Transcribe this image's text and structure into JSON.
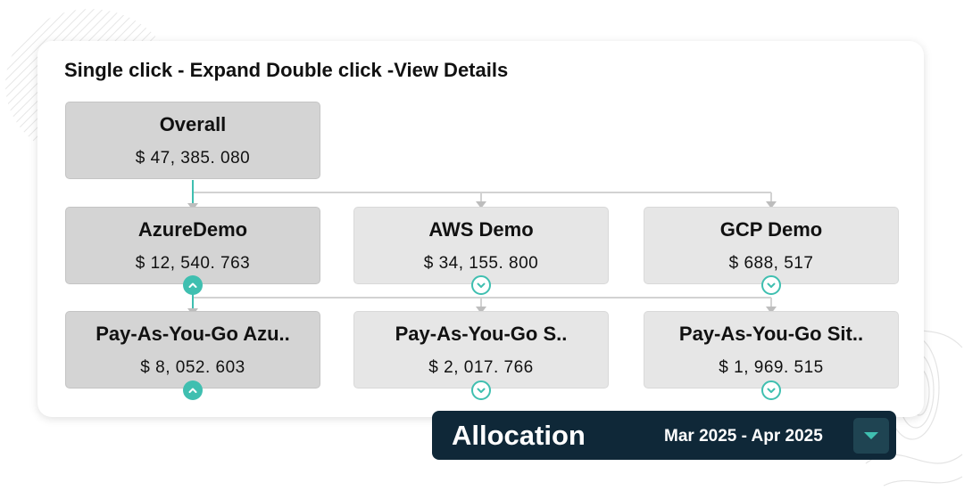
{
  "instruction": "Single click - Expand Double click -View Details",
  "nodes": {
    "overall": {
      "name": "Overall",
      "value": "$ 47, 385. 080"
    },
    "azure": {
      "name": "AzureDemo",
      "value": "$ 12, 540. 763"
    },
    "aws": {
      "name": "AWS Demo",
      "value": "$ 34, 155. 800"
    },
    "gcp": {
      "name": "GCP Demo",
      "value": "$ 688, 517"
    },
    "payg_azure": {
      "name": "Pay-As-You-Go Azu..",
      "value": "$ 8, 052. 603"
    },
    "payg_s": {
      "name": "Pay-As-You-Go S..",
      "value": "$ 2, 017. 766"
    },
    "payg_sit": {
      "name": "Pay-As-You-Go Sit..",
      "value": "$ 1, 969. 515"
    }
  },
  "allocation": {
    "title": "Allocation",
    "date_range": "Mar 2025 - Apr 2025"
  },
  "colors": {
    "accent": "#3fbfb0",
    "node_selected": "#d4d4d4",
    "node": "#e6e6e6",
    "bar": "#0f2838",
    "connector": "#d0d0d0"
  },
  "icons": {
    "collapse": "chevron-up-icon",
    "expand": "chevron-down-icon",
    "dropdown": "caret-down-icon"
  }
}
